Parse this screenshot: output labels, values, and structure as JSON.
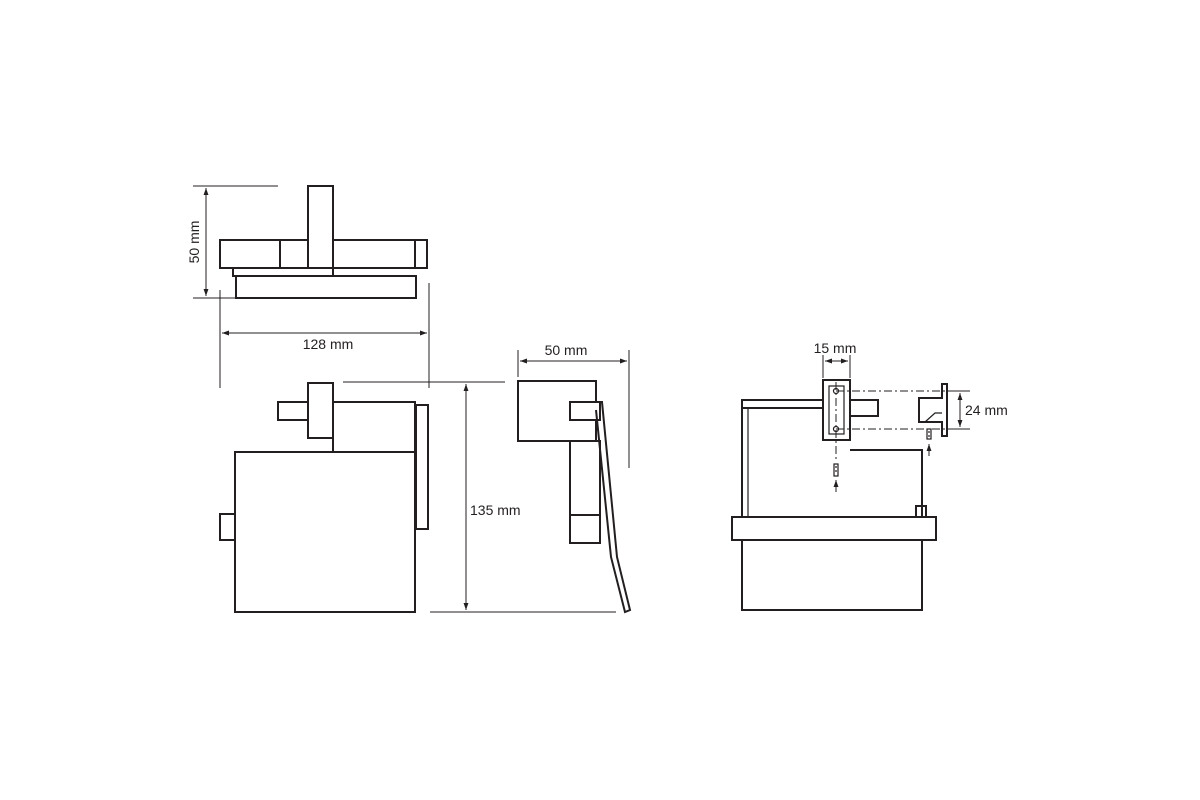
{
  "dimensions": {
    "top_depth": "50 mm",
    "top_width": "128 mm",
    "side_depth": "50 mm",
    "height": "135 mm",
    "plate_width": "15 mm",
    "plate_height": "24 mm"
  },
  "colors": {
    "line": "#231f20",
    "background": "#ffffff"
  }
}
